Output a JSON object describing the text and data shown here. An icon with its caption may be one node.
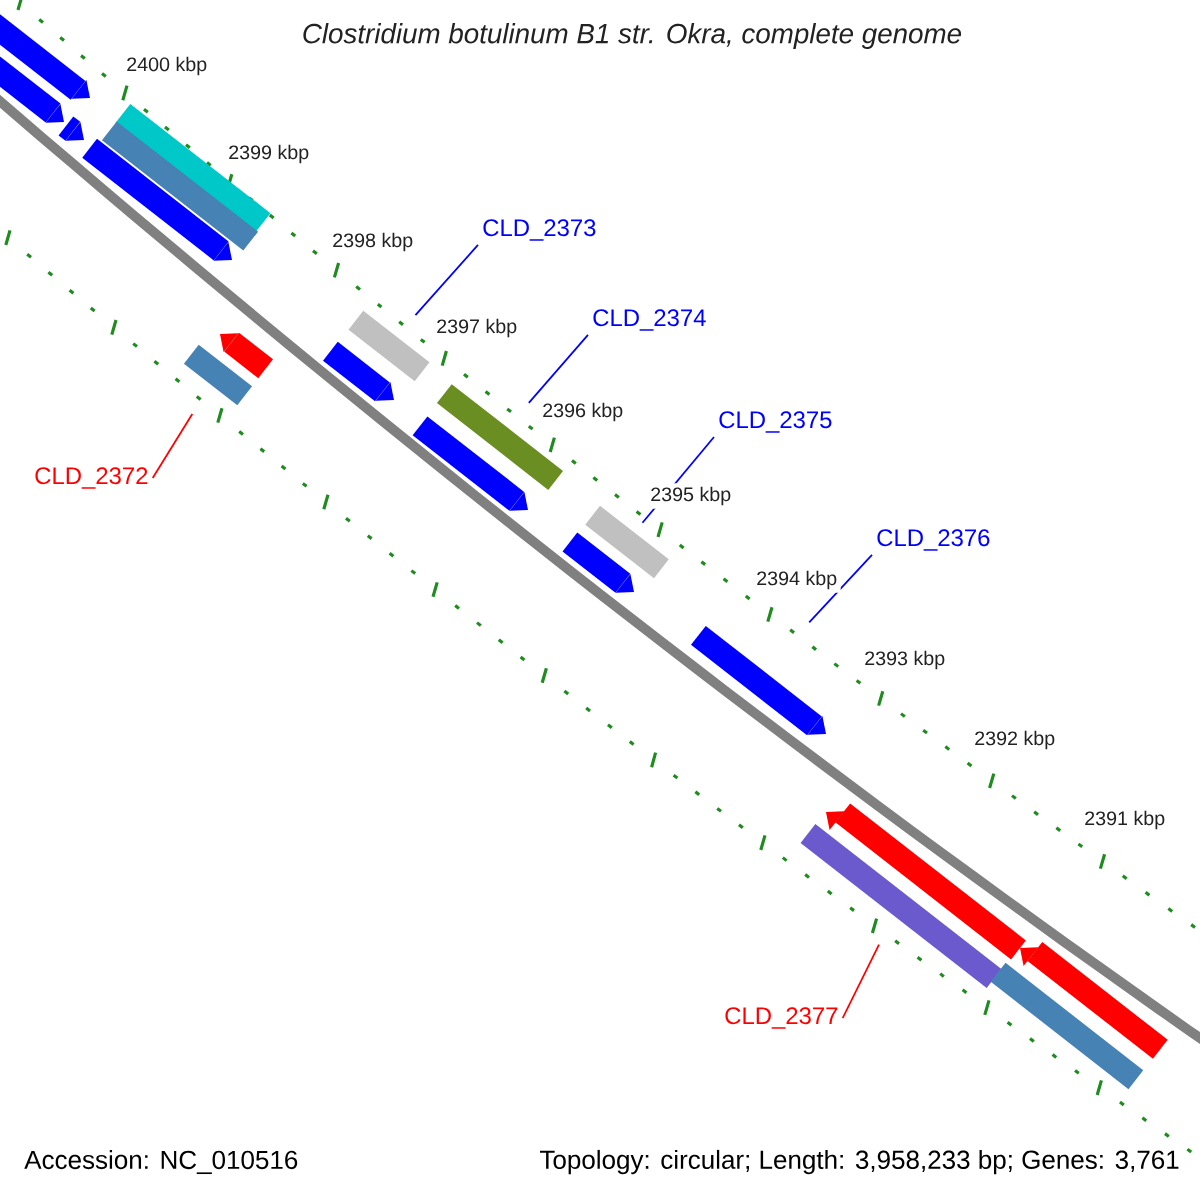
{
  "diagram": {
    "title": "Clostridium botulinum B1 str. Okra, complete genome",
    "nodes": [
      {
        "text": [
          "CLD_2373"
        ]
      },
      {
        "text": [],
        "shape": "bar"
      },
      {
        "text": [
          "CLD_2374"
        ]
      },
      {
        "text": [],
        "shape": "bar"
      },
      {
        "text": [
          "CLD_2375"
        ]
      },
      {
        "text": [],
        "shape": "bar"
      },
      {
        "text": [
          "CLD_2372"
        ]
      },
      {
        "text": [],
        "shape": "bar"
      },
      {
        "text": [
          "CLD_2376"
        ]
      },
      {
        "text": [],
        "shape": "arrow"
      },
      {
        "text": [
          "CLD_2377"
        ]
      },
      {
        "text": [],
        "shape": "bar"
      },
      {
        "text": [],
        "shape": "arrow"
      },
      {
        "text": [],
        "shape": "arrow"
      },
      {
        "text": [],
        "shape": "arrow"
      },
      {
        "text": [],
        "shape": "bar"
      },
      {
        "text": [],
        "shape": "bar"
      },
      {
        "text": [],
        "shape": "arrow"
      },
      {
        "text": [],
        "shape": "arrow"
      },
      {
        "text": [],
        "shape": "arrow"
      },
      {
        "text": [],
        "shape": "arrow"
      },
      {
        "text": [],
        "shape": "arrow"
      },
      {
        "text": [],
        "shape": "arrow"
      },
      {
        "text": [],
        "shape": "arrow"
      },
      {
        "text": [],
        "shape": "bar"
      }
    ],
    "edges": [
      {
        "from": 0,
        "to": 1,
        "arrow": "none"
      },
      {
        "from": 2,
        "to": 3,
        "arrow": "none"
      },
      {
        "from": 4,
        "to": 5,
        "arrow": "none"
      },
      {
        "from": 6,
        "to": 7,
        "arrow": "none",
        "color": "#ff0000"
      },
      {
        "from": 8,
        "to": 9,
        "arrow": "none"
      },
      {
        "from": 10,
        "to": 11,
        "arrow": "none",
        "color": "#ff0000"
      }
    ],
    "labels": [
      "2400 kbp",
      "2399 kbp",
      "2398 kbp",
      "2397 kbp",
      "2396 kbp",
      "2395 kbp",
      "2394 kbp",
      "2393 kbp",
      "2392 kbp",
      "2391 kbp",
      "Accession: NC_010516",
      "Topology: circular; Length: 3,958,233 bp; Genes: 3,761"
    ]
  }
}
